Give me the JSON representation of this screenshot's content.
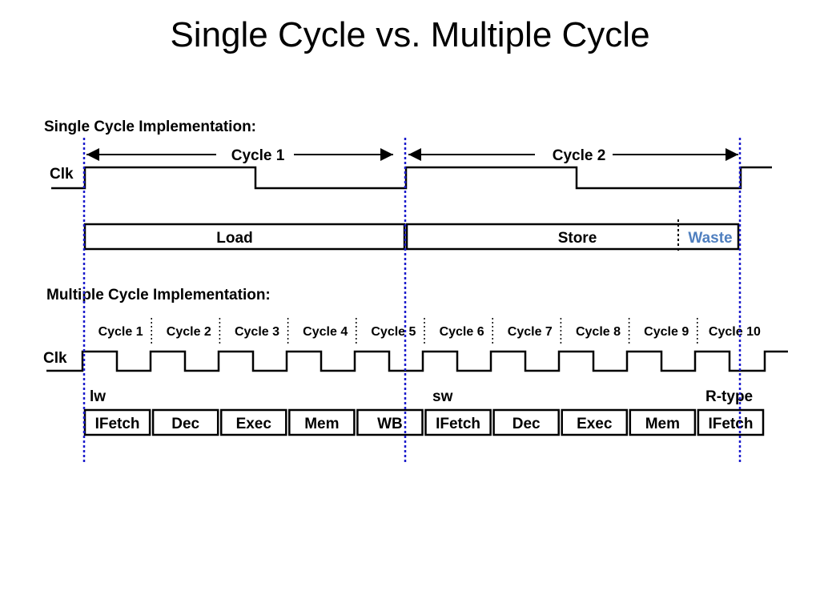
{
  "title": "Single Cycle vs.  Multiple Cycle",
  "single": {
    "heading": "Single Cycle Implementation:",
    "clk_label": "Clk",
    "cycles": [
      "Cycle 1",
      "Cycle 2"
    ],
    "blocks": [
      "Load",
      "Store",
      "Waste"
    ]
  },
  "multi": {
    "heading": "Multiple Cycle Implementation:",
    "clk_label": "Clk",
    "cycles": [
      "Cycle 1",
      "Cycle 2",
      "Cycle 3",
      "Cycle 4",
      "Cycle 5",
      "Cycle 6",
      "Cycle 7",
      "Cycle 8",
      "Cycle 9",
      "Cycle 10"
    ],
    "instructions": [
      "lw",
      "sw",
      "R-type"
    ],
    "stages": [
      "IFetch",
      "Dec",
      "Exec",
      "Mem",
      "WB",
      "IFetch",
      "Dec",
      "Exec",
      "Mem",
      "IFetch"
    ]
  },
  "colors": {
    "guide": "#1a1acc",
    "waste": "#4f7fbf",
    "line": "#000000"
  }
}
